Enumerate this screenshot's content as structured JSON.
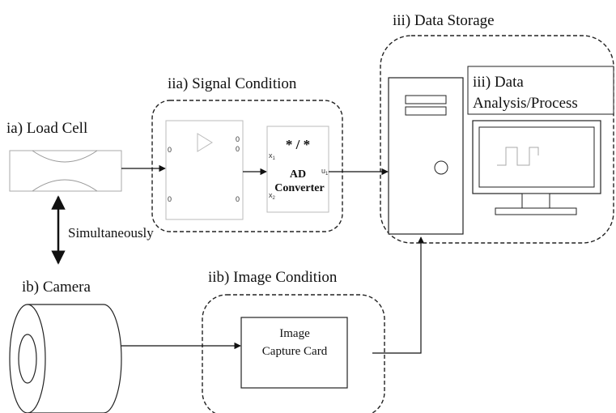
{
  "labels": {
    "load_cell": "ia) Load Cell",
    "camera": "ib) Camera",
    "signal_condition": "iia) Signal Condition",
    "image_condition": "iib) Image Condition",
    "data_storage": "iii) Data Storage",
    "analysis_line1": "iii) Data",
    "analysis_line2": "Analysis/Process",
    "simultaneously": "Simultaneously"
  },
  "amplifier": {
    "pin_left_top": "0",
    "pin_left_bottom": "0",
    "pin_right_top_1": "0",
    "pin_right_top_2": "0",
    "pin_right_bottom": "0"
  },
  "converter": {
    "symbol": "* / *",
    "line1": "AD",
    "line2": "Converter",
    "pin_x1": "x",
    "pin_x1_sub": "1",
    "pin_x2": "x",
    "pin_x2_sub": "2",
    "pin_u": "u",
    "pin_u_sub": "1"
  },
  "capture_card": {
    "line1": "Image",
    "line2": "Capture Card"
  }
}
